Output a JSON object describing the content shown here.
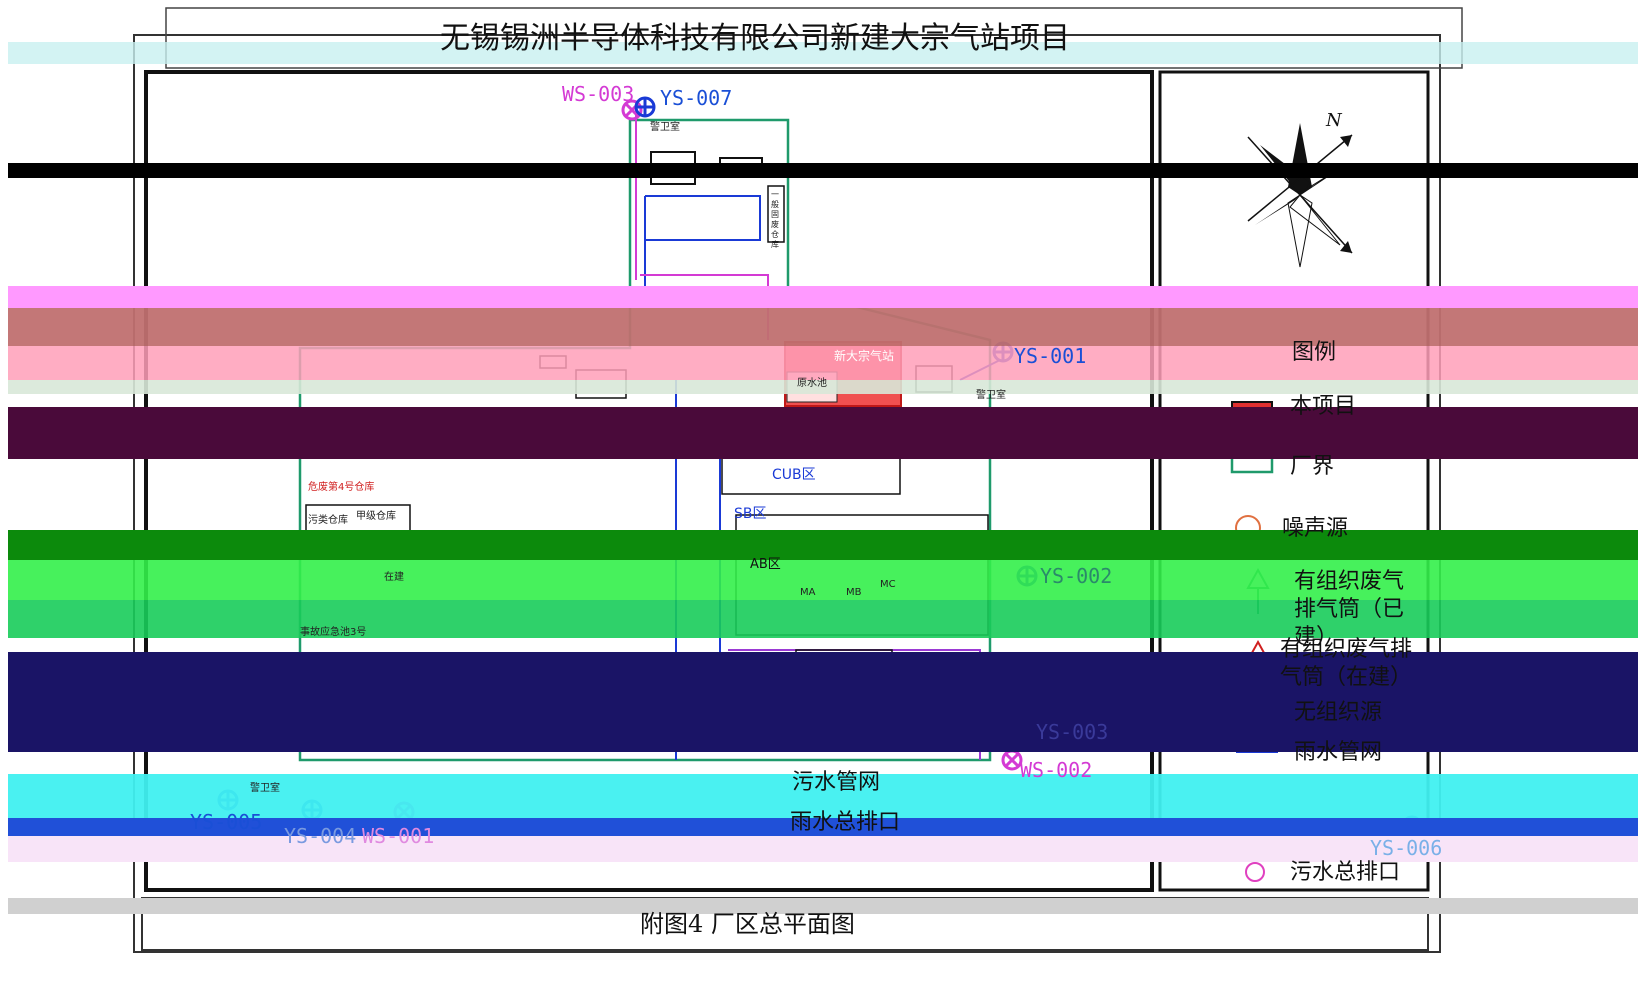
{
  "title": "无锡锡洲半导体科技有限公司新建大宗气站项目",
  "caption": "附图4   厂区总平面图",
  "legend": {
    "heading": "图例",
    "items": [
      {
        "label": "本项目"
      },
      {
        "label": "厂界"
      },
      {
        "label": "噪声源"
      },
      {
        "label": "有组织废气排气筒（已建）"
      },
      {
        "label": "有组织废气排气筒（在建）"
      },
      {
        "label": "无组织源"
      },
      {
        "label": "雨水管网"
      },
      {
        "label": "污水管网"
      },
      {
        "label": "雨水总排口"
      },
      {
        "label": "污水总排口"
      }
    ]
  },
  "markers": {
    "ws003": "WS-003",
    "ys007": "YS-007",
    "ys001": "YS-001",
    "ys002": "YS-002",
    "ys003": "YS-003",
    "ws002": "WS-002",
    "ys005": "YS-005",
    "ys004": "YS-004",
    "ws001": "WS-001",
    "ys006": "YS-006"
  },
  "labels": {
    "guard1": "警卫室",
    "guard2": "警卫室",
    "guard3": "警卫室",
    "new_gas_station": "新大宗气站",
    "raw_water": "原水池",
    "cub": "CUB区",
    "sb": "SB区",
    "ab": "AB区",
    "ma": "MA",
    "mb": "MB",
    "mc": "MC",
    "waste4": "危废第4号仓库",
    "class_a": "甲级仓库",
    "class_b": "污类仓库",
    "emergency_pool": "事故应急池3号",
    "solid_waste": "一般固废仓库",
    "construction": "在建"
  },
  "north": "N",
  "colors": {
    "magenta_band": "#ff99ff",
    "brown_band": "#c07070",
    "pink_band": "#ff9fb8",
    "dark_band": "#4a0a3a",
    "green_band": "#0c8a0c",
    "lime_band": "#22ee44",
    "navy_band": "#1a1466",
    "cyan_band": "#40f0f0",
    "blue_band": "#2050d8",
    "project_red": "#e03030",
    "boundary_green": "#1f9a6b"
  }
}
